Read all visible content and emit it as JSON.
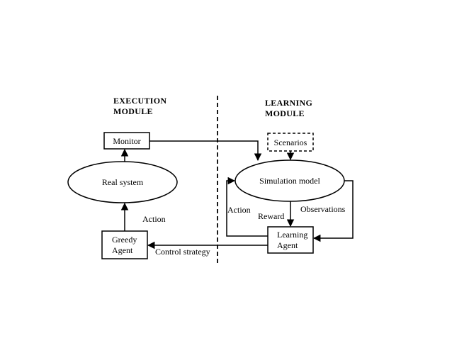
{
  "diagram": {
    "headings": {
      "execution_line1": "EXECUTION",
      "execution_line2": "MODULE",
      "learning_line1": "LEARNING",
      "learning_line2": "MODULE"
    },
    "nodes": {
      "monitor": "Monitor",
      "scenarios": "Scenarios",
      "real_system": "Real system",
      "simulation_model": "Simulation model",
      "greedy_agent_line1": "Greedy",
      "greedy_agent_line2": "Agent",
      "learning_agent_line1": "Learning",
      "learning_agent_line2": "Agent"
    },
    "edge_labels": {
      "action_left": "Action",
      "action_right": "Action",
      "reward": "Reward",
      "observations": "Observations",
      "control_strategy": "Control strategy"
    },
    "colors": {
      "stroke": "#000000",
      "background": "#ffffff"
    }
  }
}
